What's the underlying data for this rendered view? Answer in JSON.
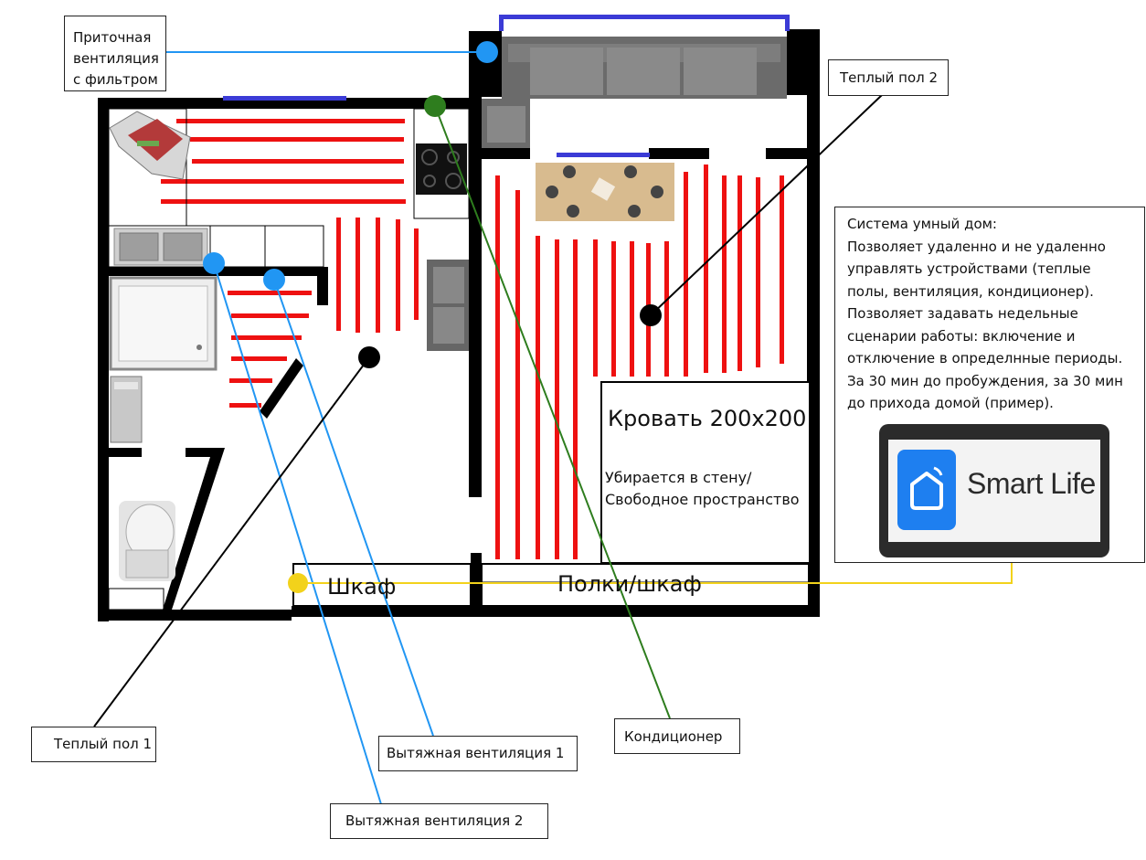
{
  "callouts": {
    "supply_vent": [
      "Приточная",
      "вентиляция",
      "с фильтром"
    ],
    "floor_heat_2": "Теплый пол 2",
    "floor_heat_1": "Теплый пол 1",
    "exhaust_vent_1": "Вытяжная вентиляция 1",
    "exhaust_vent_2": "Вытяжная вентиляция 2",
    "air_conditioner": "Кондиционер"
  },
  "rooms": {
    "bed": "Кровать 200х200",
    "bed_note": [
      "Убирается в стену/",
      "Свободное пространство"
    ],
    "wardrobe": "Шкаф",
    "shelves": "Полки/шкаф"
  },
  "smart_home": {
    "lines": [
      "Система умный дом:",
      "Позволяет удаленно и не удаленно",
      "управлять устройствами (теплые",
      "полы, вентиляция, кондиционер).",
      "Позволяет задавать недельные",
      "сценарии работы: включение и",
      "отключение в определнные периоды.",
      "За 30 мин до пробуждения, за 30 мин",
      "до прихода домой (пример)."
    ],
    "app_name": "Smart Life",
    "app_icon": "smart-life-home-icon"
  },
  "colors": {
    "wall": "#000000",
    "heated_floor": "#ee1111",
    "window": "#3b3bd6",
    "supply_vent": "#2196f3",
    "exhaust_vent": "#2196f3",
    "air_conditioner": "#2e7d1e",
    "smart_home_link": "#f2d21b",
    "app_blue": "#1e7ff0"
  },
  "icons": [
    "fridge-icon",
    "stove-icon",
    "sink-icon",
    "shower-tray-icon",
    "washer-icon",
    "toilet-icon",
    "sofa-icon",
    "armchair-icon",
    "dining-table-icon"
  ]
}
